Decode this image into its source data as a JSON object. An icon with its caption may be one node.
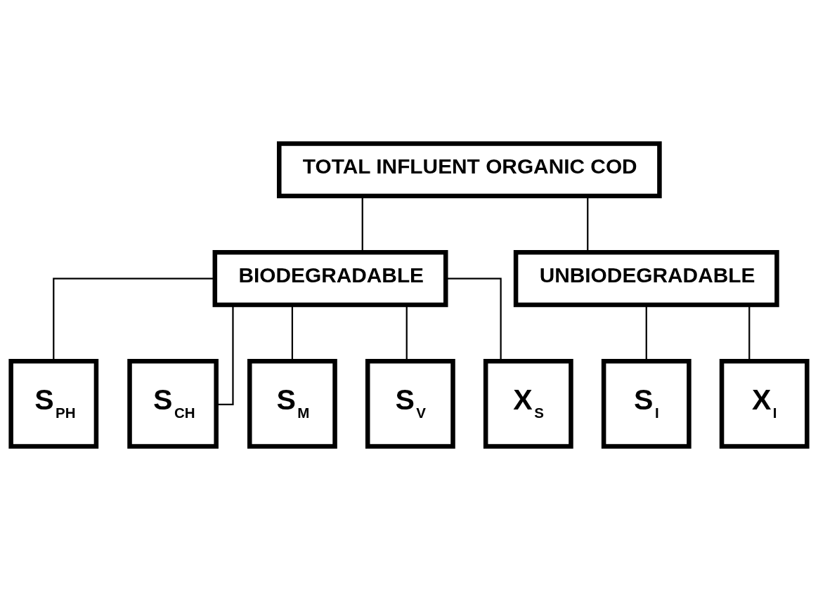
{
  "diagram": {
    "nodes": [
      {
        "text": [
          "TOTAL INFLUENT ORGANIC COD"
        ]
      },
      {
        "text": [
          "BIODEGRADABLE"
        ]
      },
      {
        "text": [
          "UNBIODEGRADABLE"
        ]
      },
      {
        "text": [
          "S$_{PH}$"
        ]
      },
      {
        "text": [
          "S$_{CH}$"
        ]
      },
      {
        "text": [
          "S$_{M}$"
        ]
      },
      {
        "text": [
          "S$_{V}$"
        ]
      },
      {
        "text": [
          "X$_{S}$"
        ]
      },
      {
        "text": [
          "S$_{I}$"
        ]
      },
      {
        "text": [
          "X$_{I}$"
        ]
      }
    ],
    "edges": [
      {
        "from": 0,
        "to": 1,
        "arrow": "none"
      },
      {
        "from": 0,
        "to": 2,
        "arrow": "none"
      },
      {
        "from": 1,
        "to": 3,
        "arrow": "none"
      },
      {
        "from": 1,
        "to": 4,
        "arrow": "none"
      },
      {
        "from": 1,
        "to": 5,
        "arrow": "none"
      },
      {
        "from": 1,
        "to": 6,
        "arrow": "none"
      },
      {
        "from": 1,
        "to": 7,
        "arrow": "none"
      },
      {
        "from": 2,
        "to": 8,
        "arrow": "none"
      },
      {
        "from": 2,
        "to": 9,
        "arrow": "none"
      }
    ]
  }
}
